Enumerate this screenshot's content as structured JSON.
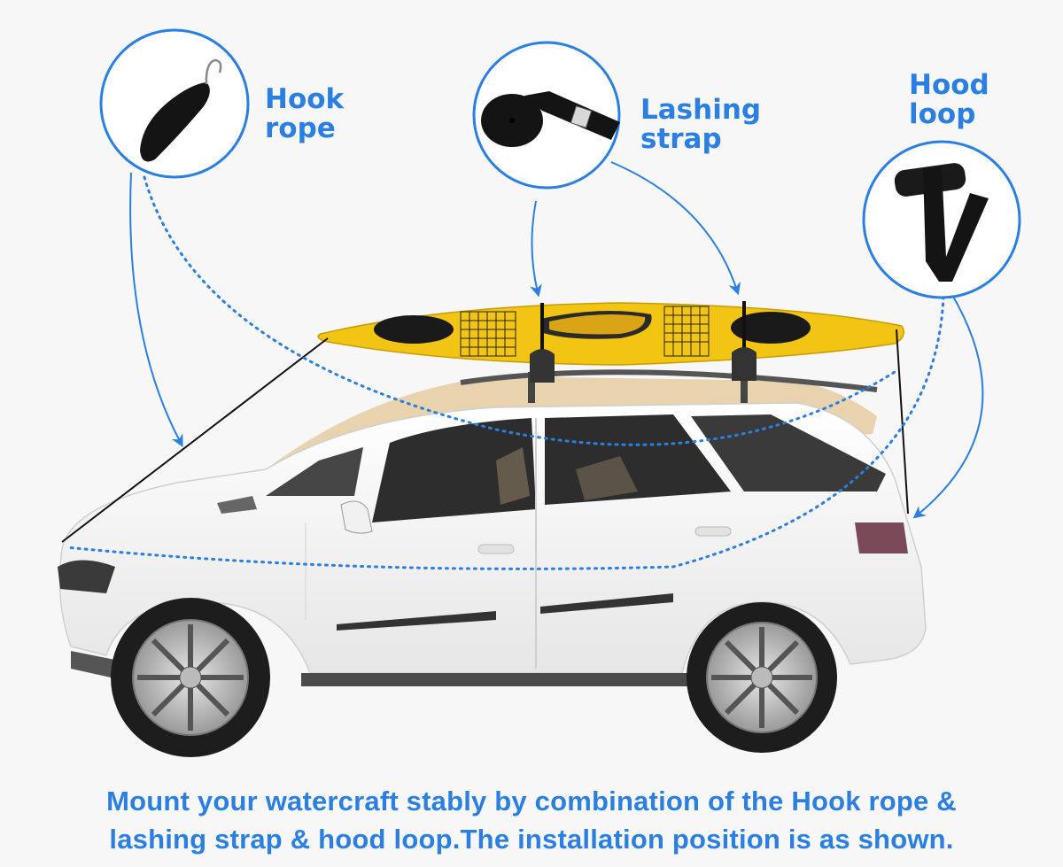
{
  "labels": {
    "hook_rope": [
      "Hook",
      "rope"
    ],
    "lashing_strap": [
      "Lashing",
      "strap"
    ],
    "hood_loop": [
      "Hood",
      "loop"
    ]
  },
  "caption": {
    "line1": "Mount your watercraft stably by combination of the Hook rope &",
    "line2": "lashing strap & hood loop.The installation position is as shown."
  },
  "colors": {
    "accent_blue": "#2a7fe0",
    "kayak_yellow": "#f2c414",
    "background": "#f8f7f8"
  },
  "icons": [
    "hook-rope-icon",
    "lashing-strap-icon",
    "hood-loop-icon",
    "kayak-icon",
    "suv-car-icon"
  ]
}
